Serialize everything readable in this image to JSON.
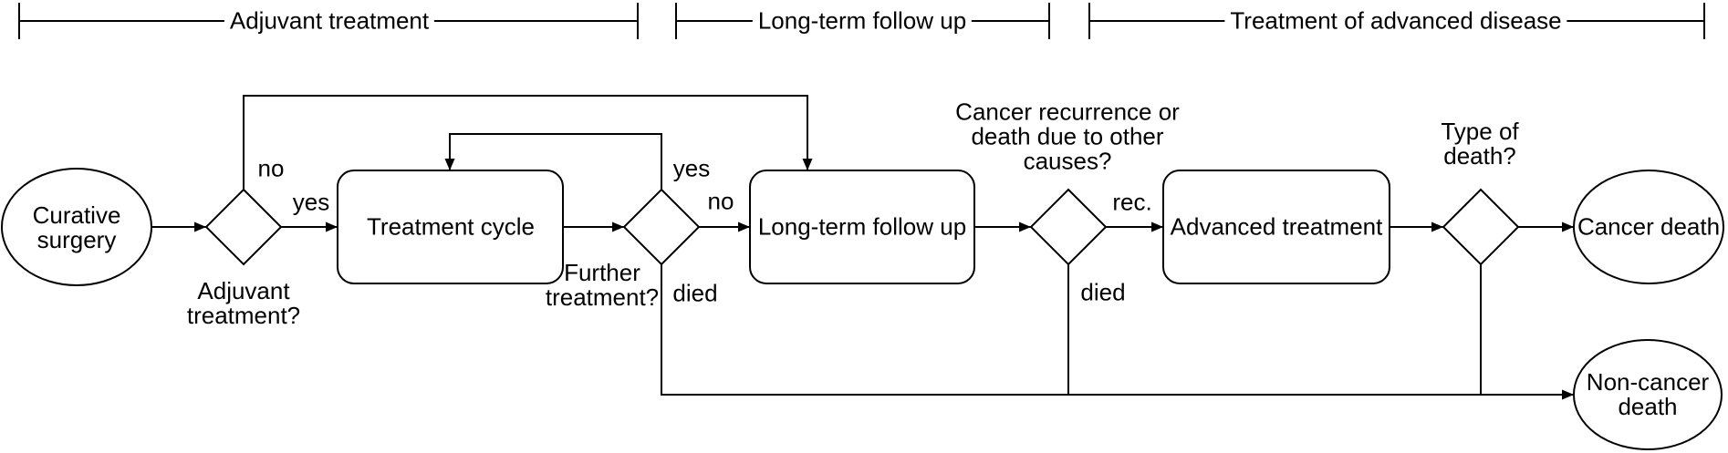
{
  "diagram": {
    "background_color": "#ffffff",
    "stroke_color": "#000000",
    "text_color": "#000000",
    "phases": [
      {
        "label": "Adjuvant treatment"
      },
      {
        "label": "Long-term follow up"
      },
      {
        "label": "Treatment of advanced disease"
      }
    ],
    "nodes": {
      "curative_surgery": "Curative\nsurgery",
      "treatment_cycle": "Treatment cycle",
      "long_term_follow_up": "Long-term follow up",
      "advanced_treatment": "Advanced treatment",
      "cancer_death": "Cancer death",
      "non_cancer_death": "Non-cancer\ndeath"
    },
    "decisions": {
      "adjuvant": "Adjuvant\ntreatment?",
      "further": "Further\ntreatment?",
      "recurrence": "Cancer recurrence or\ndeath due to other\ncauses?",
      "type_of_death": "Type of\ndeath?"
    },
    "edge_labels": {
      "adjuvant_no": "no",
      "adjuvant_yes": "yes",
      "further_yes": "yes",
      "further_no": "no",
      "further_died": "died",
      "recurrence_rec": "rec.",
      "recurrence_died": "died"
    }
  }
}
